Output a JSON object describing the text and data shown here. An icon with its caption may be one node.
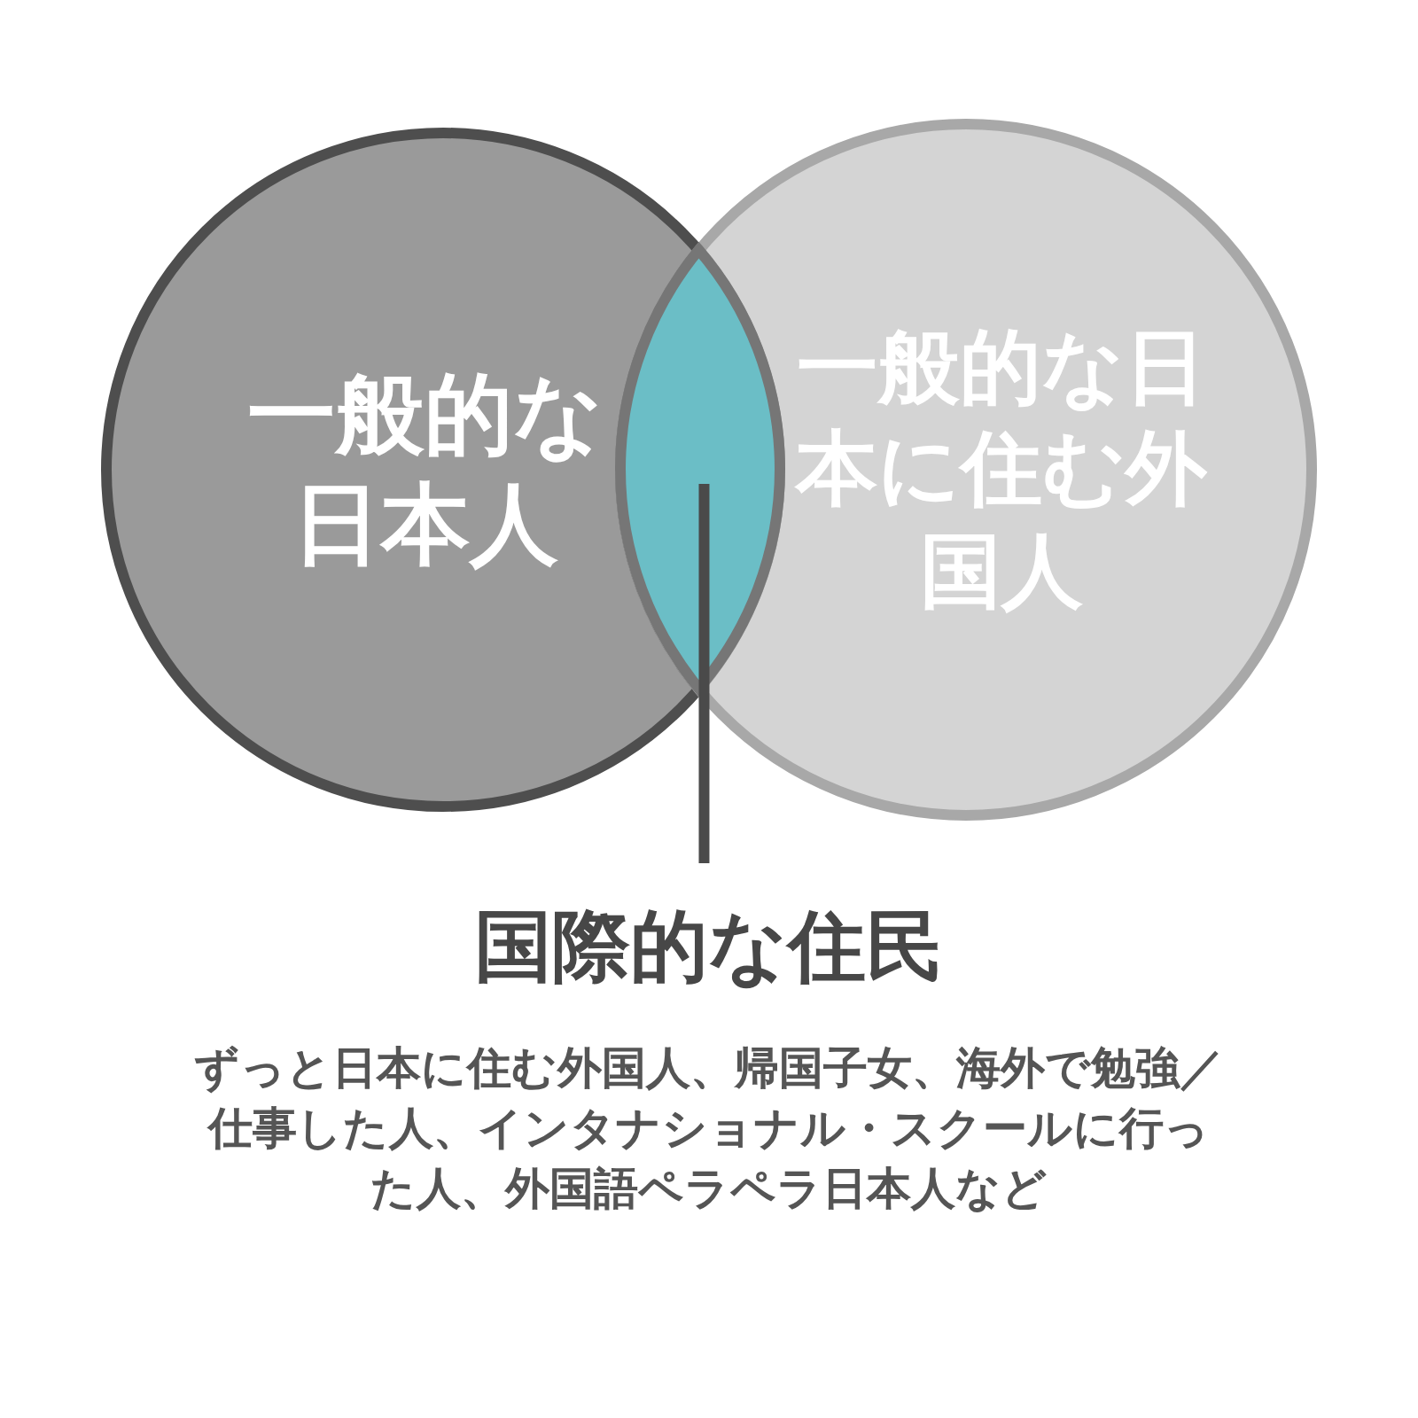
{
  "diagram": {
    "nodes": [
      {
        "text": [
          "一般的な日本人"
        ]
      },
      {
        "text": [
          "一般的な日本に住む外国人"
        ]
      },
      {
        "text": [],
        "shape": "lens"
      },
      {
        "text": [
          "国際的な住民",
          "ずっと日本に住む外国人、帰国子女、海外で勉強／仕事した人、インタナショナル・スクールに行った人、外国語ペラペラ日本人など"
        ]
      }
    ],
    "edges": [
      {
        "from": 3,
        "to": 2,
        "arrow": "none"
      }
    ]
  }
}
